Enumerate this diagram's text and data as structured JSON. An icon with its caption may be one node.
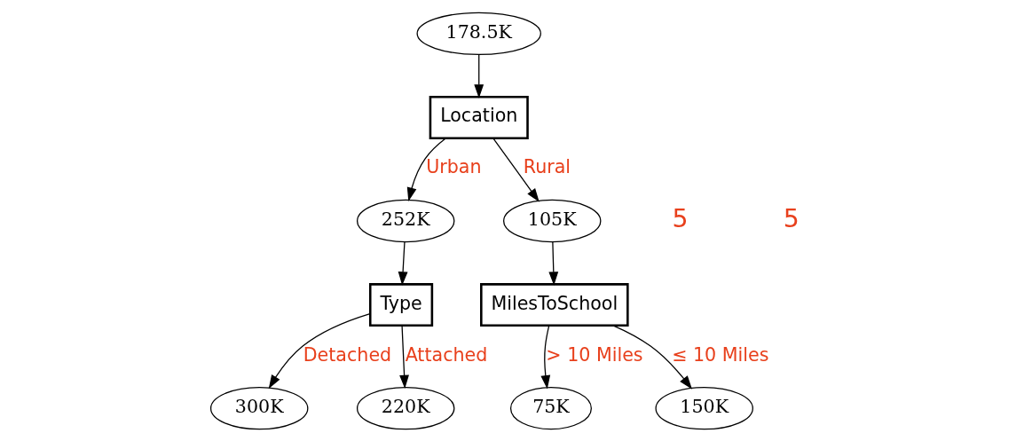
{
  "diagram": {
    "nodes": [
      {
        "text": [
          "178.5K"
        ]
      },
      {
        "text": [
          "Location"
        ]
      },
      {
        "text": [
          "252K"
        ]
      },
      {
        "text": [
          "105K"
        ]
      },
      {
        "text": [
          "Type"
        ]
      },
      {
        "text": [
          "MilesToSchool"
        ]
      },
      {
        "text": [
          "300K"
        ]
      },
      {
        "text": [
          "220K"
        ]
      },
      {
        "text": [
          "75K"
        ]
      },
      {
        "text": [
          "150K"
        ]
      }
    ],
    "edges": [
      {
        "from": 0,
        "to": 1,
        "arrow": "to"
      },
      {
        "from": 1,
        "to": 2,
        "arrow": "to",
        "label": "Urban"
      },
      {
        "from": 1,
        "to": 3,
        "arrow": "to",
        "label": "Rural"
      },
      {
        "from": 2,
        "to": 4,
        "arrow": "to"
      },
      {
        "from": 3,
        "to": 5,
        "arrow": "to"
      },
      {
        "from": 4,
        "to": 6,
        "arrow": "to",
        "label": "Detached"
      },
      {
        "from": 4,
        "to": 7,
        "arrow": "to",
        "label": "Attached"
      },
      {
        "from": 5,
        "to": 8,
        "arrow": "to",
        "label": "> 10 Miles"
      },
      {
        "from": 5,
        "to": 9,
        "arrow": "to",
        "label": "≤ 10 Miles"
      }
    ],
    "labels": [
      "5",
      "5"
    ]
  }
}
